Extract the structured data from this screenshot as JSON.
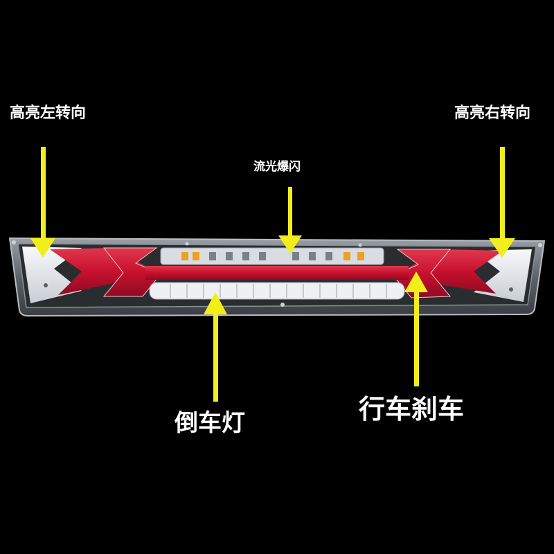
{
  "labels": {
    "left_turn": "高亮左转向",
    "right_turn": "高亮右转向",
    "flash": "流光爆闪",
    "reverse": "倒车灯",
    "brake": "行车刹车"
  },
  "colors": {
    "background": "#000000",
    "arrow": "#f2ee1c",
    "lens_red": "#c8102e",
    "lens_white": "#e9ecef",
    "housing": "#7a7f85",
    "amber_led": "#f0a020",
    "text": "#ffffff"
  }
}
